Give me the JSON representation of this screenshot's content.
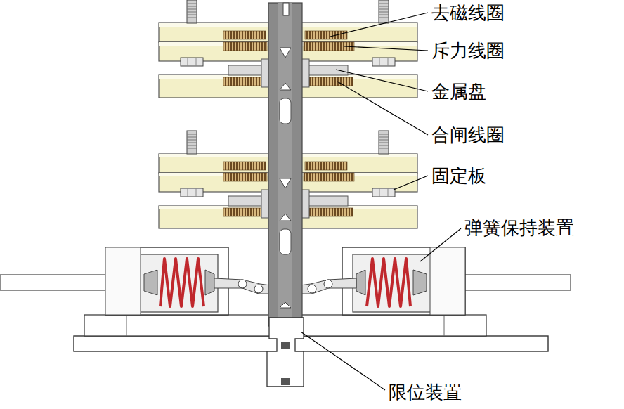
{
  "diagram": {
    "labels": [
      "去磁线圈",
      "斥力线圈",
      "金属盘",
      "合闸线圈",
      "固定板",
      "弹簧保持装置",
      "限位装置"
    ]
  }
}
